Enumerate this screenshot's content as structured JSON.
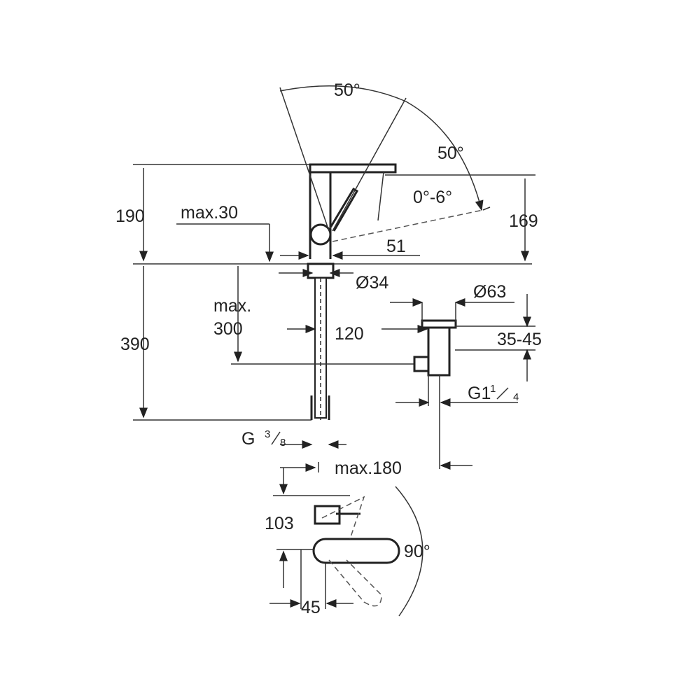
{
  "dimensions": {
    "lever_angle_left": "50°",
    "lever_angle_right": "50°",
    "spout_tilt": "0°-6°",
    "height_190": "190",
    "max_30": "max.30",
    "height_169": "169",
    "spout_51": "51",
    "dia_34": "Ø34",
    "max_300_a": "max.",
    "max_300_b": "300",
    "hose_120": "120",
    "dia_63": "Ø63",
    "range_35_45": "35-45",
    "height_390": "390",
    "thread_g114_main": "G1",
    "thread_g114_frac_num": "1",
    "thread_g114_frac_den": "4",
    "thread_g38_main": "G",
    "thread_g38_frac_num": "3",
    "thread_g38_frac_den": "8",
    "max_180": "max.180",
    "height_103": "103",
    "width_45": "45",
    "swing_90": "90°"
  }
}
